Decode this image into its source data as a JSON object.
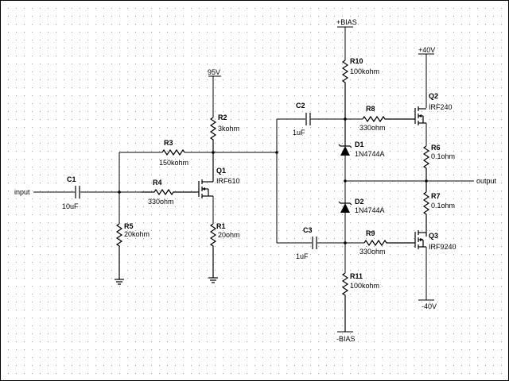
{
  "colors": {
    "background": "#ffffff",
    "grid": "#9a9a9a",
    "ink": "#000000"
  },
  "nets": {
    "input": "input",
    "output": "output",
    "v95": "95V",
    "bias_pos": "+BIAS",
    "bias_neg": "-BIAS",
    "v40_pos": "+40V",
    "v40_neg": "-40V"
  },
  "parts": {
    "C1": {
      "ref": "C1",
      "value": "10uF"
    },
    "C2": {
      "ref": "C2",
      "value": "1uF"
    },
    "C3": {
      "ref": "C3",
      "value": "1uF"
    },
    "R1": {
      "ref": "R1",
      "value": "20ohm"
    },
    "R2": {
      "ref": "R2",
      "value": "3kohm"
    },
    "R3": {
      "ref": "R3",
      "value": "150kohm"
    },
    "R4": {
      "ref": "R4",
      "value": "330ohm"
    },
    "R5": {
      "ref": "R5",
      "value": "20kohm"
    },
    "R6": {
      "ref": "R6",
      "value": "0.1ohm"
    },
    "R7": {
      "ref": "R7",
      "value": "0.1ohm"
    },
    "R8": {
      "ref": "R8",
      "value": "330ohm"
    },
    "R9": {
      "ref": "R9",
      "value": "330ohm"
    },
    "R10": {
      "ref": "R10",
      "value": "100kohm"
    },
    "R11": {
      "ref": "R11",
      "value": "100kohm"
    },
    "D1": {
      "ref": "D1",
      "value": "1N4744A"
    },
    "D2": {
      "ref": "D2",
      "value": "1N4744A"
    },
    "Q1": {
      "ref": "Q1",
      "value": "IRF610"
    },
    "Q2": {
      "ref": "Q2",
      "value": "IRF240"
    },
    "Q3": {
      "ref": "Q3",
      "value": "IRF9240"
    }
  }
}
